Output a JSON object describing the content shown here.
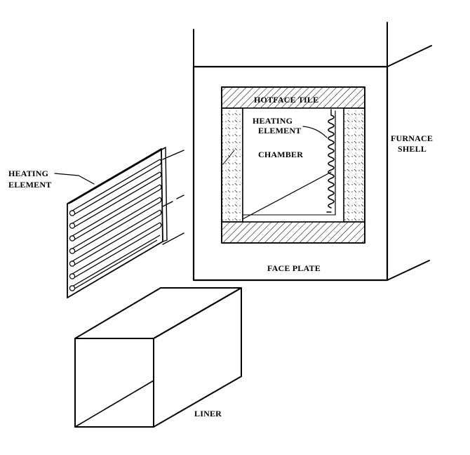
{
  "labels": {
    "hotface_tile": "HOTFACE TILE",
    "heating_element_inner_1": "HEATING",
    "heating_element_inner_2": "ELEMENT",
    "chamber": "CHAMBER",
    "furnace_shell_1": "FURNACE",
    "furnace_shell_2": "SHELL",
    "heating_element_left_1": "HEATING",
    "heating_element_left_2": "ELEMENT",
    "face_plate": "FACE PLATE",
    "liner": "LINER"
  },
  "colors": {
    "ink": "#000000",
    "paper": "#ffffff"
  }
}
